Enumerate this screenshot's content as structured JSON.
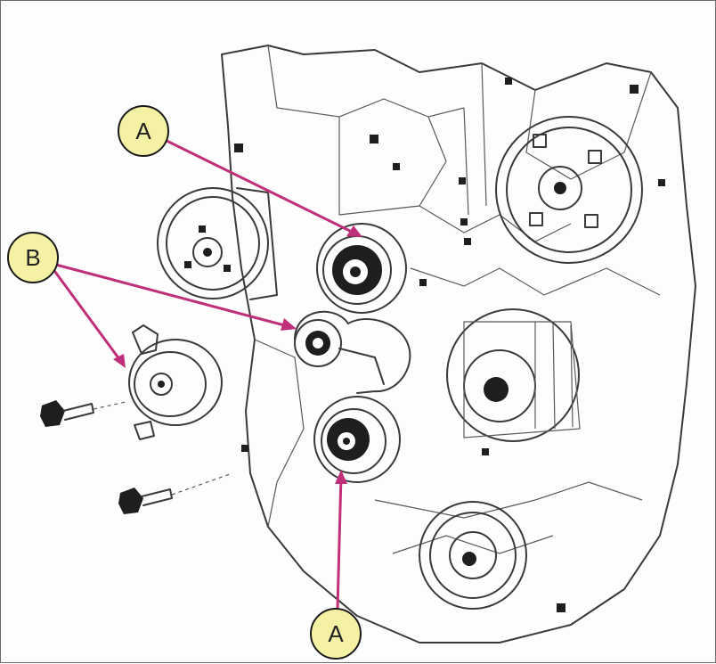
{
  "colors": {
    "arrow": "#c0307a",
    "callout_fill": "#f4f1a4",
    "callout_stroke": "#1a1a1a",
    "drawing": "#3a3a3a"
  },
  "callouts": {
    "a_top": "A",
    "b_left": "B",
    "a_bottom": "A"
  }
}
